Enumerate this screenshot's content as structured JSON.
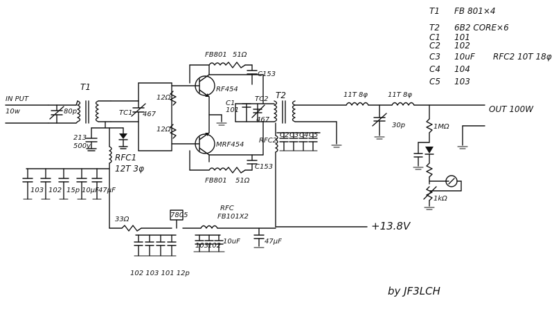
{
  "labels": {
    "input": "IN PUT",
    "input_power": "10w",
    "t1": "T1",
    "c_80p": "80p",
    "tc1": "TC1",
    "tc1_val": "467",
    "r_12a": "12Ω",
    "r_12b": "12Ω",
    "c213": "213",
    "c213_val": "500v",
    "rfc1": "RFC1",
    "rfc1_val": "12T 3φ",
    "caps_left": [
      "103",
      "102",
      "15p",
      "10μF",
      "47μF"
    ],
    "fb_top": "FB801",
    "r_top": "51Ω",
    "c153_top": "C153",
    "q1": "RF454",
    "q2": "MRF454",
    "c1": "C1",
    "c1_val": "101",
    "tc2": "TC2",
    "tc2_val": "467",
    "t2": "T2",
    "rfc2": "RFC2",
    "caps_mid": [
      "C2",
      "C3",
      "C4",
      "C5"
    ],
    "fb_bot": "FB801",
    "r_bot": "51Ω",
    "c153_bot": "C153",
    "l1": "11T 8φ",
    "l2": "11T 8φ",
    "c_30p": "30p",
    "output": "OUT 100W",
    "r_1mo": "1MΩ",
    "r_1ko": "1kΩ",
    "r_33": "33Ω",
    "reg": "7805",
    "rfc3": "RFC",
    "rfc3_val": "FB101X2",
    "caps_bottom": [
      "103",
      "102"
    ],
    "c_10uf": "10uF",
    "c_47uf": "47μF",
    "supply": "+13.8V",
    "caps_reg": "102 103 101 12p",
    "author": "by JF3LCH"
  },
  "legend": [
    {
      "ref": "T1",
      "val": "FB 801×4"
    },
    {
      "ref": "T2",
      "val": "6B2 CORE×6"
    },
    {
      "ref": "C1",
      "val": "101"
    },
    {
      "ref": "C2",
      "val": "102"
    },
    {
      "ref": "C3",
      "val": "10uF"
    },
    {
      "ref": "C4",
      "val": "104"
    },
    {
      "ref": "C5",
      "val": "103"
    }
  ],
  "legend_extra": "RFC2 10T 18φ"
}
